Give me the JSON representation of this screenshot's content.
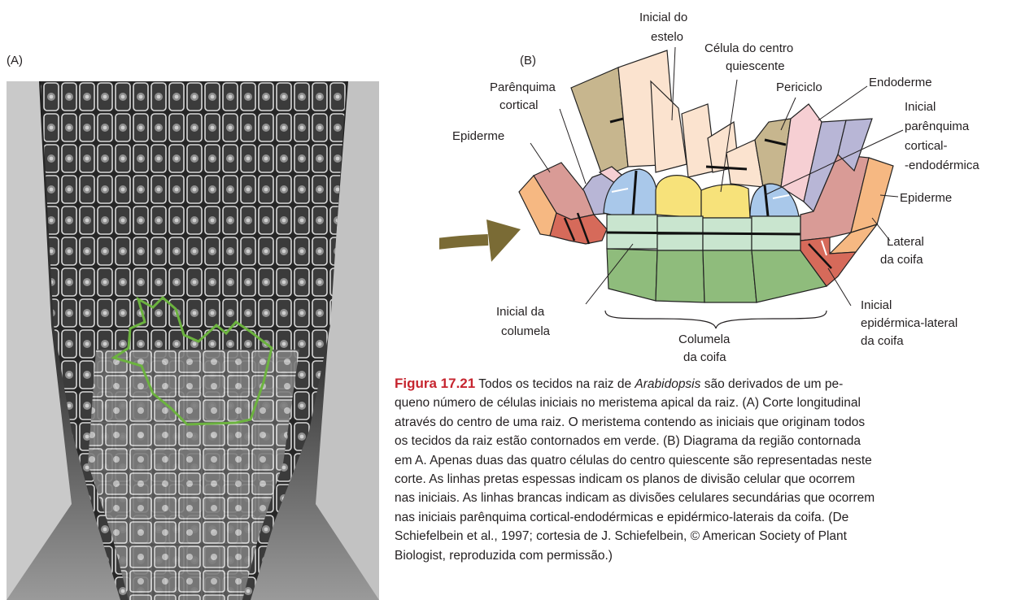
{
  "panels": {
    "a_label": "(A)",
    "b_label": "(B)"
  },
  "diagram": {
    "labels": {
      "inicial_estelo_1": "Inicial do",
      "inicial_estelo_2": "estelo",
      "celula_centro_1": "Célula do centro",
      "celula_centro_2": "quiescente",
      "periciclo": "Periciclo",
      "endoderme": "Endoderme",
      "parenquima_1": "Parênquima",
      "parenquima_2": "cortical",
      "epiderme_left": "Epiderme",
      "inicial_pce_1": "Inicial",
      "inicial_pce_2": "parênquima",
      "inicial_pce_3": "cortical-",
      "inicial_pce_4": "-endodérmica",
      "epiderme_right": "Epiderme",
      "lateral_1": "Lateral",
      "lateral_2": "da coifa",
      "inicial_columela_1": "Inicial da",
      "inicial_columela_2": "columela",
      "columela_1": "Columela",
      "columela_2": "da coifa",
      "inicial_epid_1": "Inicial",
      "inicial_epid_2": "epidérmica-lateral",
      "inicial_epid_3": "da coifa"
    },
    "colors": {
      "epiderme": "#d99b96",
      "lateral_coifa": "#f6b882",
      "inicial_epidermica": "#d66a5a",
      "parenquima": "#b8b6d6",
      "cortical_endodermica": "#a9c8ea",
      "quiescente": "#f7e27a",
      "estelo": "#fbe3cf",
      "periciclo": "#c7b68e",
      "endoderme_pink": "#f6cfd3",
      "columela_inicial": "#c9e5cf",
      "columela": "#8fbc7c",
      "outline_green": "#6cb33f",
      "arrow": "#7a6b35"
    }
  },
  "caption": {
    "figure_label": "Figura 17.21",
    "text_before_species": "Todos os tecidos na raiz de ",
    "species": "Arabidopsis",
    "text_after_species": " são derivados de um pe-\nqueno número de células iniciais no meristema apical da raiz. (A) Corte longitudinal\natravés do centro de uma raiz. O meristema contendo as iniciais que originam todos\nos tecidos da raiz estão contornados em verde. (B) Diagrama da região contornada\nem A. Apenas duas das quatro células do centro quiescente são representadas neste\ncorte. As linhas pretas espessas indicam os planos de divisão celular que ocorrem\nnas iniciais. As linhas brancas indicam as divisões celulares secundárias que ocorrem\nnas iniciais parênquima cortical-endodérmicas e epidérmico-laterais da coifa. (De\nSchiefelbein et al., 1997; cortesia de J. Schiefelbein, © American Society of Plant\nBiologist, reproduzida com permissão.)"
  }
}
